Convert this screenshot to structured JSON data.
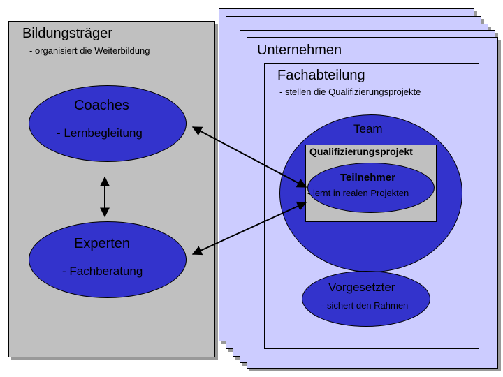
{
  "bildungstraeger": {
    "title": "Bildungsträger",
    "subtitle": "- organisiert die Weiterbildung"
  },
  "coaches": {
    "title": "Coaches",
    "subtitle": "- Lernbegleitung"
  },
  "experten": {
    "title": "Experten",
    "subtitle": "- Fachberatung"
  },
  "unternehmen": {
    "title": "Unternehmen"
  },
  "fachabteilung": {
    "title": "Fachabteilung",
    "subtitle": "- stellen die Qualifizierungsprojekte"
  },
  "team": {
    "title": "Team"
  },
  "qualifizierungsprojekt": {
    "title": "Qualifizierungsprojekt"
  },
  "teilnehmer": {
    "title": "Teilnehmer",
    "subtitle": "- lernt in realen Projekten"
  },
  "vorgesetzter": {
    "title": "Vorgesetzter",
    "subtitle": "- sichert den Rahmen"
  },
  "colors": {
    "ellipse_fill": "#3333cc",
    "company_fill": "#ccccff",
    "provider_fill": "#c0c0c0"
  }
}
